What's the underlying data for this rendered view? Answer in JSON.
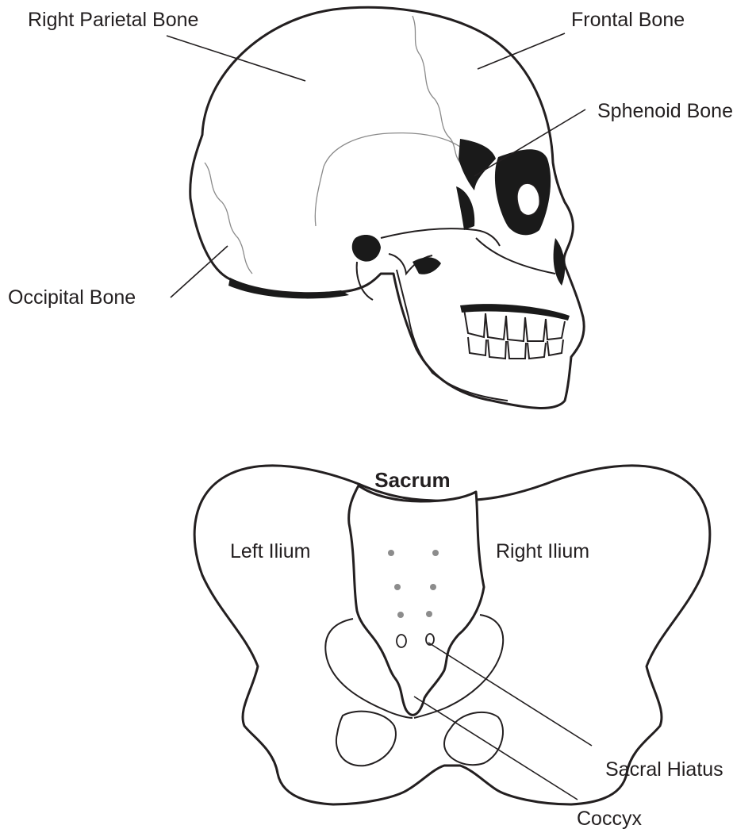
{
  "skull": {
    "labels": {
      "right_parietal": "Right Parietal Bone",
      "frontal": "Frontal Bone",
      "sphenoid": "Sphenoid Bone",
      "occipital": "Occipital Bone"
    }
  },
  "pelvis": {
    "labels": {
      "sacrum": "Sacrum",
      "left_ilium": "Left Ilium",
      "right_ilium": "Right Ilium",
      "sacral_hiatus": "Sacral Hiatus",
      "coccyx": "Coccyx"
    }
  },
  "colors": {
    "ink": "#231f20",
    "suture": "#8a8a8a",
    "foramen_dot": "#8c8c8c",
    "background": "#ffffff"
  }
}
